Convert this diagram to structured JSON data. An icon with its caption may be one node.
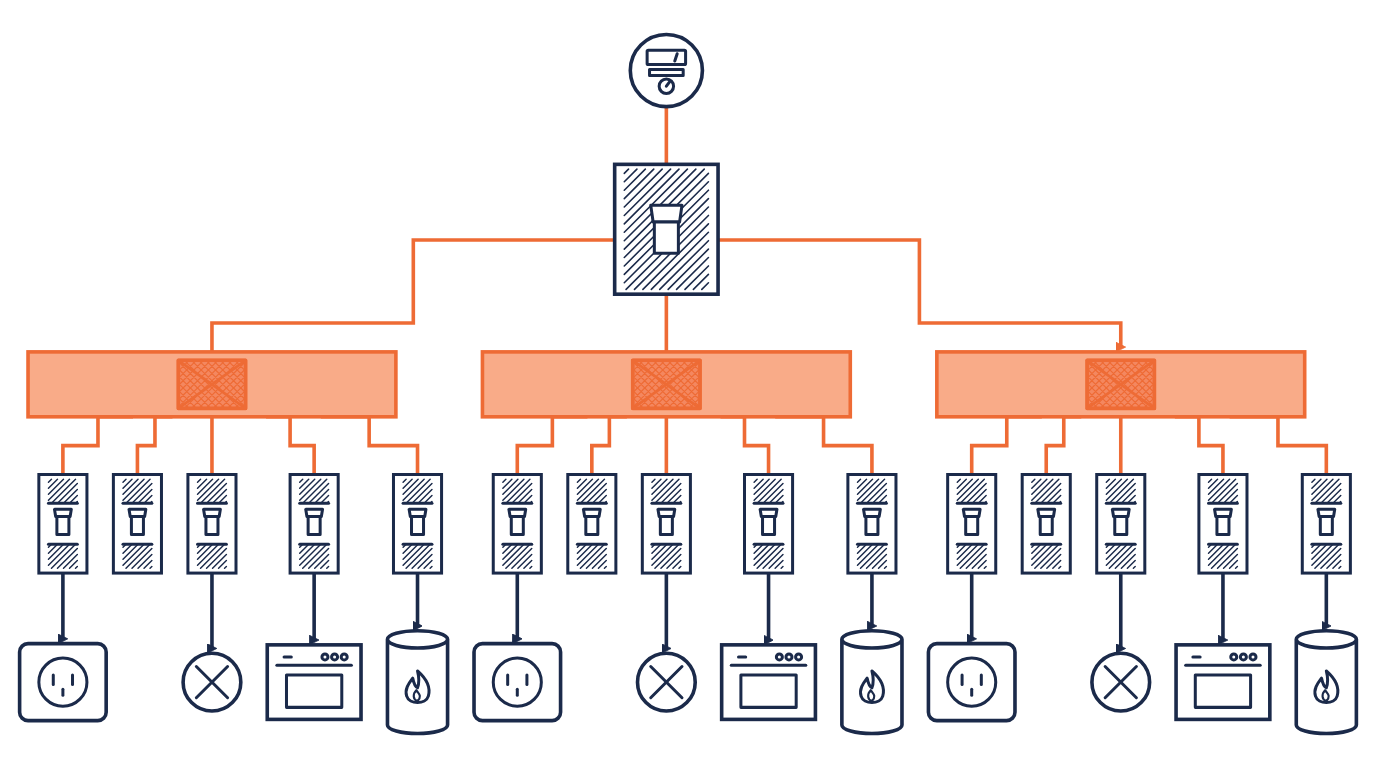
{
  "diagram": {
    "nodes": [
      {
        "text": [],
        "shape": "circle"
      },
      {
        "text": [],
        "shape": "box"
      },
      {
        "text": [],
        "shape": "bar"
      },
      {
        "text": [],
        "shape": "bar"
      },
      {
        "text": [],
        "shape": "bar"
      },
      {
        "text": [],
        "shape": "box"
      },
      {
        "text": [],
        "shape": "box"
      },
      {
        "text": [],
        "shape": "box"
      },
      {
        "text": [],
        "shape": "box"
      },
      {
        "text": [],
        "shape": "box"
      },
      {
        "text": [],
        "shape": "box"
      },
      {
        "text": [],
        "shape": "box"
      },
      {
        "text": [],
        "shape": "box"
      },
      {
        "text": [],
        "shape": "box"
      },
      {
        "text": [],
        "shape": "box"
      },
      {
        "text": [],
        "shape": "box"
      },
      {
        "text": [],
        "shape": "box"
      },
      {
        "text": [],
        "shape": "box"
      },
      {
        "text": [],
        "shape": "box"
      },
      {
        "text": [],
        "shape": "box"
      },
      {
        "text": [],
        "shape": "box"
      },
      {
        "text": [],
        "shape": "circle"
      },
      {
        "text": [],
        "shape": "box"
      },
      {
        "text": [],
        "shape": "cylinder"
      },
      {
        "text": [],
        "shape": "box"
      },
      {
        "text": [],
        "shape": "circle"
      },
      {
        "text": [],
        "shape": "box"
      },
      {
        "text": [],
        "shape": "cylinder"
      },
      {
        "text": [],
        "shape": "box"
      },
      {
        "text": [],
        "shape": "circle"
      },
      {
        "text": [],
        "shape": "box"
      },
      {
        "text": [],
        "shape": "cylinder"
      }
    ],
    "edges": [
      {
        "from": 0,
        "to": 1,
        "arrow": "none"
      },
      {
        "from": 1,
        "to": 2,
        "arrow": "none"
      },
      {
        "from": 1,
        "to": 3,
        "arrow": "none"
      },
      {
        "from": 1,
        "to": 4,
        "arrow": "to"
      },
      {
        "from": 2,
        "to": 5,
        "arrow": "none"
      },
      {
        "from": 2,
        "to": 6,
        "arrow": "none"
      },
      {
        "from": 2,
        "to": 7,
        "arrow": "none"
      },
      {
        "from": 2,
        "to": 8,
        "arrow": "none"
      },
      {
        "from": 2,
        "to": 9,
        "arrow": "none"
      },
      {
        "from": 3,
        "to": 10,
        "arrow": "none"
      },
      {
        "from": 3,
        "to": 11,
        "arrow": "none"
      },
      {
        "from": 3,
        "to": 12,
        "arrow": "none"
      },
      {
        "from": 3,
        "to": 13,
        "arrow": "none"
      },
      {
        "from": 3,
        "to": 14,
        "arrow": "none"
      },
      {
        "from": 4,
        "to": 15,
        "arrow": "none"
      },
      {
        "from": 4,
        "to": 16,
        "arrow": "none"
      },
      {
        "from": 4,
        "to": 17,
        "arrow": "none"
      },
      {
        "from": 4,
        "to": 18,
        "arrow": "none"
      },
      {
        "from": 4,
        "to": 19,
        "arrow": "none"
      },
      {
        "from": 5,
        "to": 20,
        "arrow": "to",
        "color": "#1b2a4a"
      },
      {
        "from": 7,
        "to": 21,
        "arrow": "to",
        "color": "#1b2a4a"
      },
      {
        "from": 8,
        "to": 22,
        "arrow": "to",
        "color": "#1b2a4a"
      },
      {
        "from": 9,
        "to": 23,
        "arrow": "to",
        "color": "#1b2a4a"
      },
      {
        "from": 10,
        "to": 24,
        "arrow": "to",
        "color": "#1b2a4a"
      },
      {
        "from": 12,
        "to": 25,
        "arrow": "to",
        "color": "#1b2a4a"
      },
      {
        "from": 13,
        "to": 26,
        "arrow": "to",
        "color": "#1b2a4a"
      },
      {
        "from": 14,
        "to": 27,
        "arrow": "to",
        "color": "#1b2a4a"
      },
      {
        "from": 15,
        "to": 28,
        "arrow": "to",
        "color": "#1b2a4a"
      },
      {
        "from": 17,
        "to": 29,
        "arrow": "to",
        "color": "#1b2a4a"
      },
      {
        "from": 18,
        "to": 30,
        "arrow": "to",
        "color": "#1b2a4a"
      },
      {
        "from": 19,
        "to": 31,
        "arrow": "to",
        "color": "#1b2a4a"
      }
    ]
  }
}
